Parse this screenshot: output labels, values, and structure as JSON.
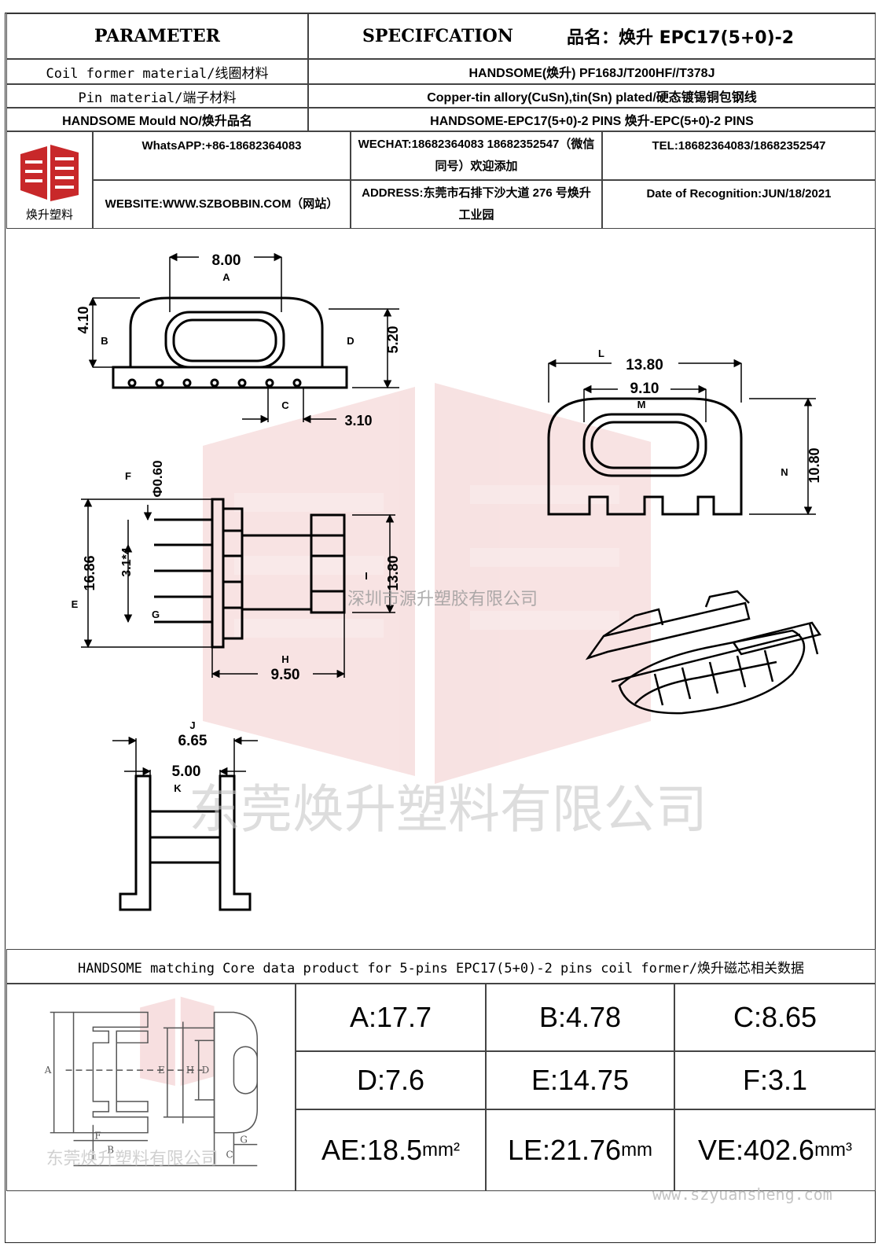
{
  "header": {
    "parameter": "PARAMETER",
    "specification": "SPECIFCATION",
    "product_name": "品名：焕升 EPC17(5+0)-2"
  },
  "rows": [
    {
      "label": "Coil former material/线圈材料",
      "value": "HANDSOME(焕升)  PF168J/T200HF//T378J"
    },
    {
      "label": "Pin material/端子材料",
      "value": "Copper-tin allory(CuSn),tin(Sn) plated/硬态镀锡铜包钢线"
    },
    {
      "label": "HANDSOME Mould NO/焕升品名",
      "value": "HANDSOME-EPC17(5+0)-2 PINS   焕升-EPC(5+0)-2 PINS"
    }
  ],
  "company": {
    "logo_caption": "焕升塑料",
    "whatsapp": "WhatsAPP:+86-18682364083",
    "wechat": "WECHAT:18682364083 18682352547（微信同号）欢迎添加",
    "tel": "TEL:18682364083/18682352547",
    "website": "WEBSITE:WWW.SZBOBBIN.COM（网站）",
    "address": "ADDRESS:东莞市石排下沙大道 276 号焕升工业园",
    "date": "Date of Recognition:JUN/18/2021"
  },
  "drawing": {
    "dims": {
      "top_width": "8.00",
      "top_height": "4.10",
      "right_height": "5.20",
      "pin_pitch": "3.10",
      "side_width_outer": "13.80",
      "side_width_inner": "9.10",
      "side_height": "10.80",
      "pin_dia": "Φ0.60",
      "front_height": "16.86",
      "pin_spacing": "3.1*4",
      "front_right_height": "13.80",
      "front_depth": "9.50",
      "bottom_outer": "6.65",
      "bottom_inner": "5.00"
    },
    "letters": {
      "a": "A",
      "b": "B",
      "c": "C",
      "d": "D",
      "e": "E",
      "f": "F",
      "g": "G",
      "h": "H",
      "i": "I",
      "j": "J",
      "k": "K",
      "l": "L",
      "m": "M",
      "n": "N"
    },
    "watermark_small": "深圳市源升塑胶有限公司",
    "watermark_large": "东莞焕升塑料有限公司"
  },
  "core": {
    "title": "HANDSOME matching Core data  product for 5-pins EPC17(5+0)-2 pins coil former/焕升磁芯相关数据",
    "diagram_letters": {
      "a": "A",
      "b": "B",
      "c": "C",
      "d": "D",
      "e": "E",
      "f": "F",
      "g": "G",
      "h": "H"
    },
    "diagram_watermark": "东莞焕升塑料有限公司",
    "values": {
      "a": "A:17.7",
      "b": "B:4.78",
      "c": "C:8.65",
      "d": "D:7.6",
      "e": "E:14.75",
      "f": "F:3.1",
      "ae": "AE:18.5",
      "ae_unit": "mm²",
      "le": "LE:21.76",
      "le_unit": "mm",
      "ve": "VE:402.6",
      "ve_unit": "mm³"
    }
  },
  "footer_url": "www.szyuansheng.com"
}
